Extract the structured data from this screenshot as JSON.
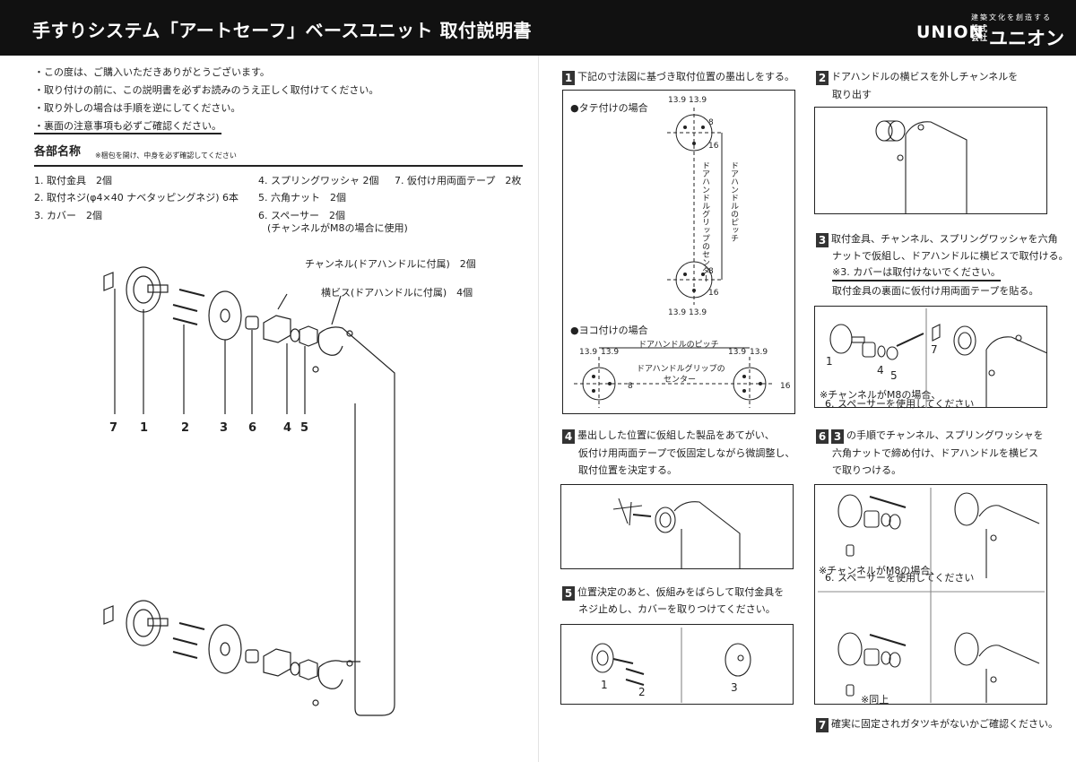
{
  "header": {
    "title": "手すりシステム「アートセーフ」ベースユニット 取付説明書",
    "brand": "UNION",
    "tagline": "建築文化を創造する",
    "kaisha": "株式会社",
    "company": "ユニオン"
  },
  "intro": [
    "・この度は、ご購入いただきありがとうございます。",
    "・取り付けの前に、この説明書を必ずお読みのうえ正しく取付けてください。",
    "・取り外しの場合は手順を逆にしてください。",
    "・裏面の注意事項も必ずご確認ください。"
  ],
  "parts": {
    "title": "各部名称",
    "note": "※梱包を開け、中身を必ず確認してください",
    "items": [
      "1. 取付金具　2個",
      "2. 取付ネジ(φ4×40 ナベタッピングネジ) 6本",
      "3. カバー　2個",
      "4. スプリングワッシャ 2個",
      "5. 六角ナット　2個",
      "6. スペーサー　2個",
      "(チャンネルがM8の場合に使用)",
      "7. 仮付け用両面テープ　2枚"
    ],
    "callout_channel": "チャンネル(ドアハンドルに付属)　2個",
    "callout_screw": "横ビス(ドアハンドルに付属)　4個",
    "labels": [
      "7",
      "1",
      "2",
      "3",
      "6",
      "4",
      "5"
    ]
  },
  "steps": {
    "s1": {
      "num": "1",
      "text": "下記の寸法図に基づき取付位置の墨出しをする。"
    },
    "s2": {
      "num": "2",
      "line1": "ドアハンドルの横ビスを外しチャンネルを",
      "line2": "取り出す"
    },
    "s3": {
      "num": "3",
      "line1": "取付金具、チャンネル、スプリングワッシャを六角",
      "line2": "ナットで仮組し、ドアハンドルに横ビスで取付ける。",
      "line3": "※3. カバーは取付けないでください。",
      "line4": "取付金具の裏面に仮付け用両面テープを貼る。"
    },
    "s4": {
      "num": "4",
      "line1": "墨出しした位置に仮組した製品をあてがい、",
      "line2": "仮付け用両面テープで仮固定しながら微調整し、",
      "line3": "取付位置を決定する。"
    },
    "s5": {
      "num": "5",
      "line1": "位置決定のあと、仮組みをばらして取付金具を",
      "line2": "ネジ止めし、カバーを取りつけてください。"
    },
    "s6": {
      "num": "6",
      "inline": "3",
      "line1": "の手順でチャンネル、スプリングワッシャを",
      "line2": "六角ナットで締め付け、ドアハンドルを横ビス",
      "line3": "で取りつける。"
    },
    "s7": {
      "num": "7",
      "text": "確実に固定されガタツキがないかご確認ください。"
    }
  },
  "diagram1": {
    "vertical_title": "●タテ付けの場合",
    "horizontal_title": "●ヨコ付けの場合",
    "dim_13_9": "13.9",
    "dim_8": "8",
    "dim_16": "16",
    "center_text": "ドアハンドルグリップのセンター",
    "pitch_text": "ドアハンドルのピッチ",
    "h_center_line1": "ドアハンドルグリップの",
    "h_center_line2": "センター"
  },
  "fig3": {
    "n1": "1",
    "n4": "4",
    "n5": "5",
    "n7": "7",
    "note1": "※チャンネルがM8の場合、",
    "note2": "6. スペーサーを使用してください"
  },
  "fig5": {
    "n1": "1",
    "n2": "2",
    "n3": "3"
  },
  "fig6": {
    "note1": "※チャンネルがM8の場合、",
    "note2": "6. スペーサーを使用してください",
    "same": "※同上"
  }
}
